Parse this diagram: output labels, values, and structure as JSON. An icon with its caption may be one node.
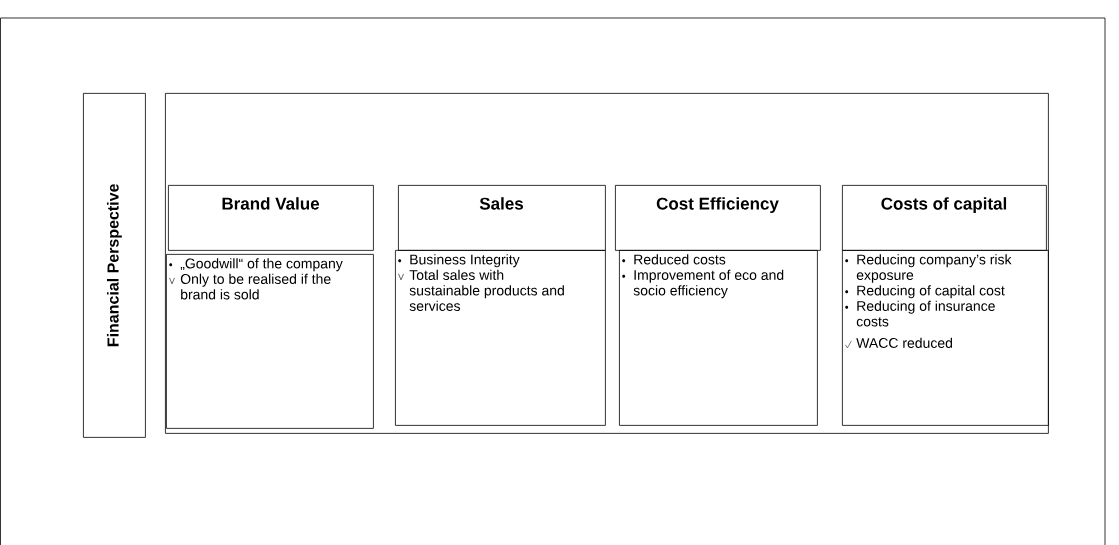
{
  "diagram": {
    "nodes": [
      {
        "text": [
          "Financial Perspective"
        ]
      },
      {
        "text": [],
        "shape": "box"
      },
      {
        "text": [
          "Brand Value"
        ],
        "in": 1
      },
      {
        "text": [
          "„Goodwill“ of the company",
          "Only to be realised if the brand is sold"
        ],
        "in": 1
      },
      {
        "text": [
          "Sales"
        ],
        "in": 1
      },
      {
        "text": [
          "Business Integrity",
          "Total sales with sustainable products and services"
        ],
        "in": 1
      },
      {
        "text": [
          "Cost Efficiency"
        ],
        "in": 1
      },
      {
        "text": [
          "Reduced costs",
          "Improvement of eco and socio efficiency"
        ],
        "in": 1
      },
      {
        "text": [
          "Costs of capital"
        ],
        "in": 1
      },
      {
        "text": [
          "Reducing company’s risk exposure",
          "Reducing of capital cost",
          "Reducing of insurance costs",
          "WACC reduced"
        ],
        "in": 1
      }
    ],
    "edges": []
  }
}
